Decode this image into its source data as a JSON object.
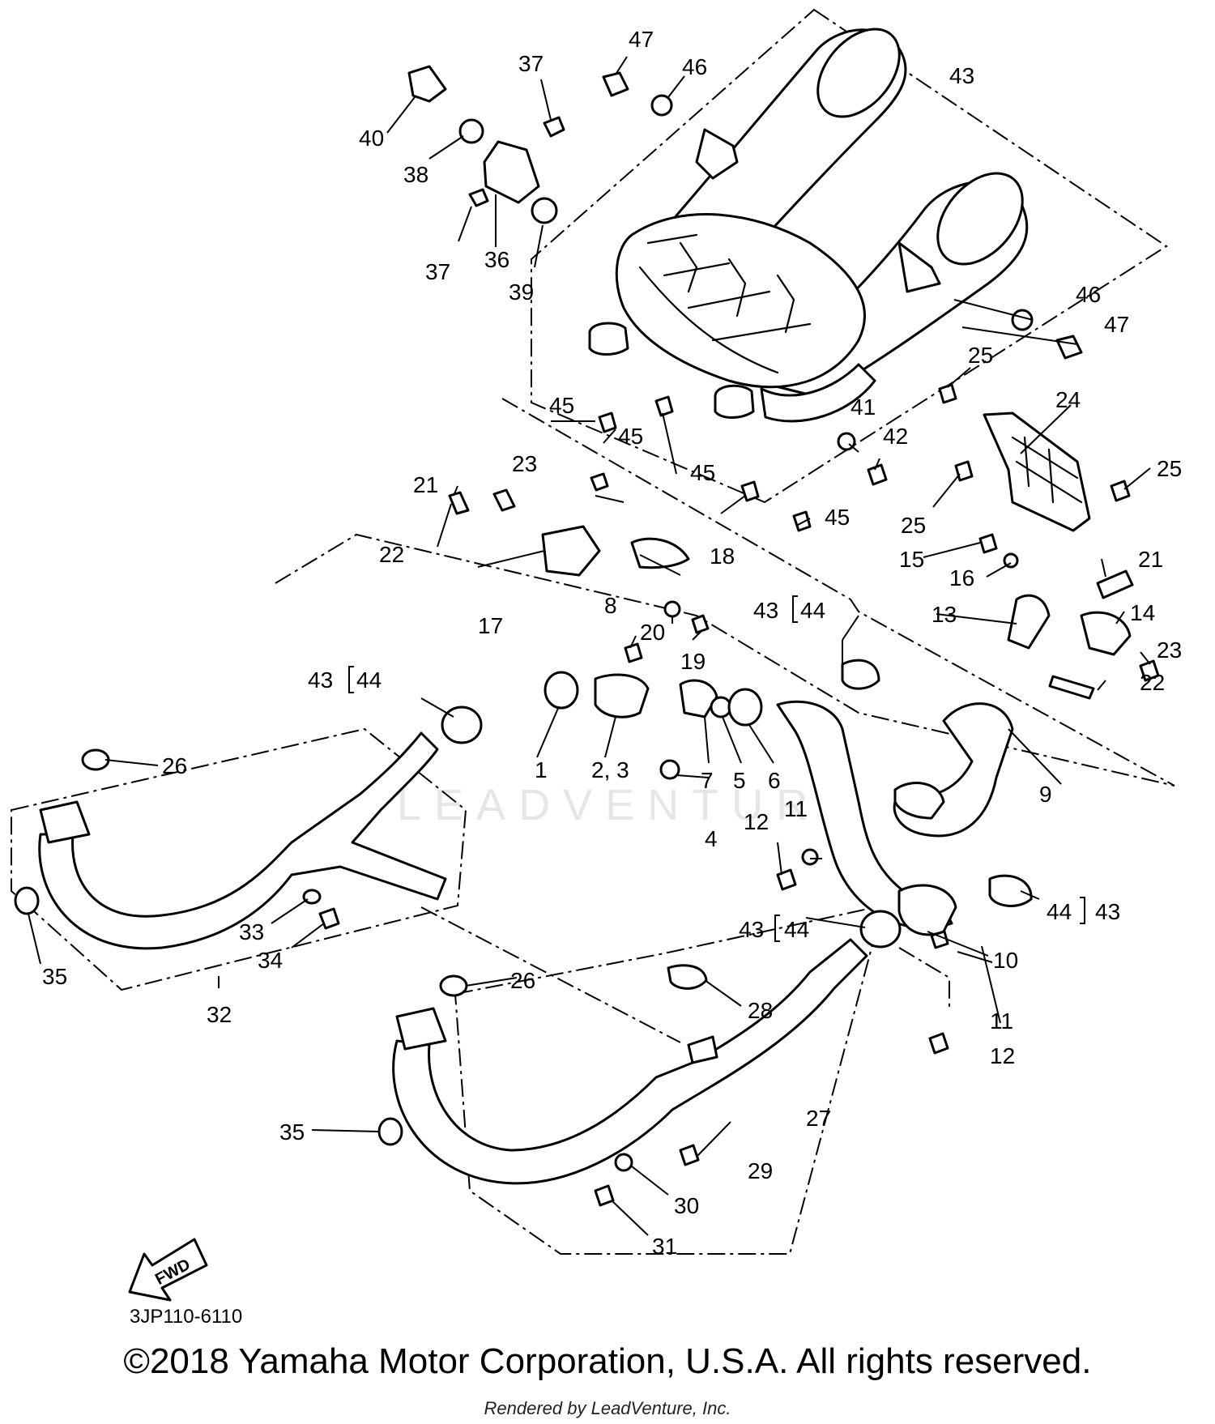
{
  "watermark": "LEADVENTURE",
  "fwd_label": "FWD",
  "diagram_code": "3JP110-6110",
  "copyright": "©2018 Yamaha Motor Corporation, U.S.A. All rights reserved.",
  "rendered_by": "Rendered by LeadVenture, Inc.",
  "callouts": {
    "c1": "1",
    "c23": "2, 3",
    "c4": "4",
    "c5": "5",
    "c6": "6",
    "c7": "7",
    "c8": "8",
    "c9": "9",
    "c10": "10",
    "c11a": "11",
    "c11b": "11",
    "c12a": "12",
    "c12b": "12",
    "c13": "13",
    "c14": "14",
    "c15": "15",
    "c16": "16",
    "c17": "17",
    "c18": "18",
    "c19": "19",
    "c20": "20",
    "c21a": "21",
    "c21b": "21",
    "c22a": "22",
    "c22b": "22",
    "c23a": "23",
    "c23b": "23",
    "c24": "24",
    "c25a": "25",
    "c25b": "25",
    "c25c": "25",
    "c26a": "26",
    "c26b": "26",
    "c27": "27",
    "c28": "28",
    "c29": "29",
    "c30": "30",
    "c31": "31",
    "c32": "32",
    "c33": "33",
    "c34": "34",
    "c35a": "35",
    "c35b": "35",
    "c36": "36",
    "c37a": "37",
    "c37b": "37",
    "c38": "38",
    "c39": "39",
    "c40": "40",
    "c41": "41",
    "c42": "42",
    "c43": "43",
    "c45a": "45",
    "c45b": "45",
    "c45c": "45",
    "c45d": "45",
    "c46a": "46",
    "c46b": "46",
    "c47a": "47",
    "c47b": "47"
  },
  "bracket_callouts": {
    "b1": {
      "outer": "43",
      "inner": "44"
    },
    "b2": {
      "outer": "43",
      "inner": "44"
    },
    "b3": {
      "outer": "43",
      "inner": "44"
    },
    "b4": {
      "outer": "43",
      "inner": "44"
    }
  }
}
